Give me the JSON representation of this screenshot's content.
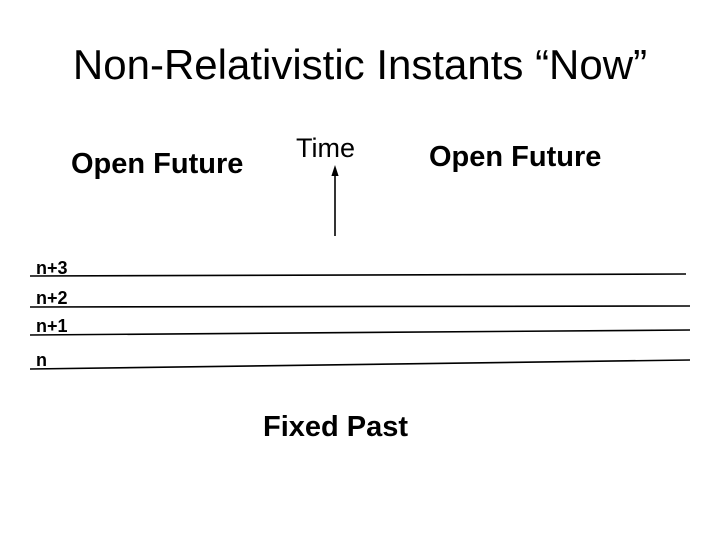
{
  "slide": {
    "title": "Non-Relativistic Instants “Now”",
    "labels": {
      "open_future_left": "Open Future",
      "time": "Time",
      "open_future_right": "Open Future",
      "fixed_past": "Fixed Past"
    },
    "instants": [
      {
        "label": "n+3"
      },
      {
        "label": "n+2"
      },
      {
        "label": "n+1"
      },
      {
        "label": "n"
      }
    ],
    "icons": {
      "time_arrow": "arrow-up-icon"
    },
    "colors": {
      "foreground": "#000000",
      "background": "#ffffff"
    }
  }
}
